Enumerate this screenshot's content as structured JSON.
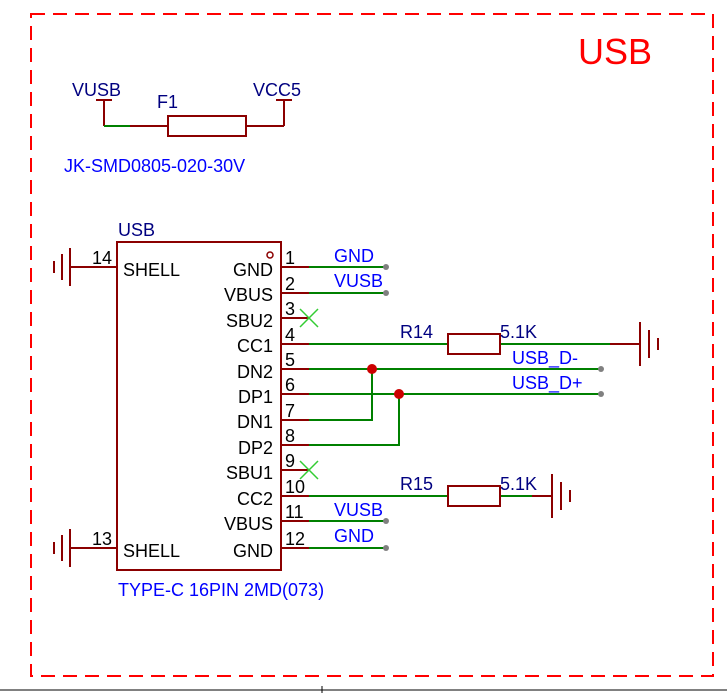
{
  "section": {
    "title": "USB",
    "title_color": "#ff0000",
    "border_color": "#ff0000"
  },
  "colors": {
    "wire": "#008000",
    "component": "#8b0000",
    "label_blue": "#0000ff",
    "designator_blue": "#000080",
    "pin_text": "#000000",
    "junction": "#cc0000",
    "no_connect": "#33cc33",
    "net_end": "#808080"
  },
  "fuse": {
    "net_left": "VUSB",
    "designator": "F1",
    "net_right": "VCC5",
    "part_number": "JK-SMD0805-020-30V"
  },
  "connector": {
    "designator": "USB",
    "part_number": "TYPE-C 16PIN 2MD(073)",
    "left_pins": [
      {
        "number": "14",
        "name": "SHELL"
      },
      {
        "number": "13",
        "name": "SHELL"
      }
    ],
    "right_pins": [
      {
        "number": "1",
        "name": "GND",
        "net": "GND"
      },
      {
        "number": "2",
        "name": "VBUS",
        "net": "VUSB"
      },
      {
        "number": "3",
        "name": "SBU2",
        "net": ""
      },
      {
        "number": "4",
        "name": "CC1",
        "net": ""
      },
      {
        "number": "5",
        "name": "DN2",
        "net": "USB_D-"
      },
      {
        "number": "6",
        "name": "DP1",
        "net": "USB_D+"
      },
      {
        "number": "7",
        "name": "DN1",
        "net": ""
      },
      {
        "number": "8",
        "name": "DP2",
        "net": ""
      },
      {
        "number": "9",
        "name": "SBU1",
        "net": ""
      },
      {
        "number": "10",
        "name": "CC2",
        "net": ""
      },
      {
        "number": "11",
        "name": "VBUS",
        "net": "VUSB"
      },
      {
        "number": "12",
        "name": "GND",
        "net": "GND"
      }
    ]
  },
  "resistors": [
    {
      "designator": "R14",
      "value": "5.1K"
    },
    {
      "designator": "R15",
      "value": "5.1K"
    }
  ]
}
